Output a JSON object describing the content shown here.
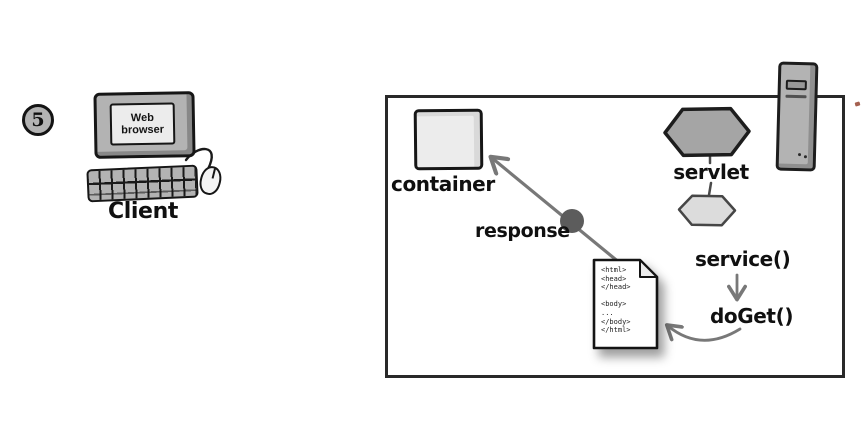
{
  "step_badge": {
    "number": "5"
  },
  "client": {
    "screen_label": "Web browser",
    "caption": "Client"
  },
  "diagram": {
    "container_label": "container",
    "response_label": "response",
    "servlet_label": "servlet",
    "service_method": "service()",
    "doget_method": "doGet()",
    "document_code": "<html>\n<head>\n</head>\n\n<body>\n...\n</body>\n</html>"
  },
  "colors": {
    "arrow": "#787878",
    "dot": "#5c5c5c",
    "outline": "#161616",
    "shape_gray": "#b3b3b3",
    "hex_dark": "#a5a5a5",
    "hex_light": "#dcdcdc",
    "panel_light": "#ececec"
  }
}
